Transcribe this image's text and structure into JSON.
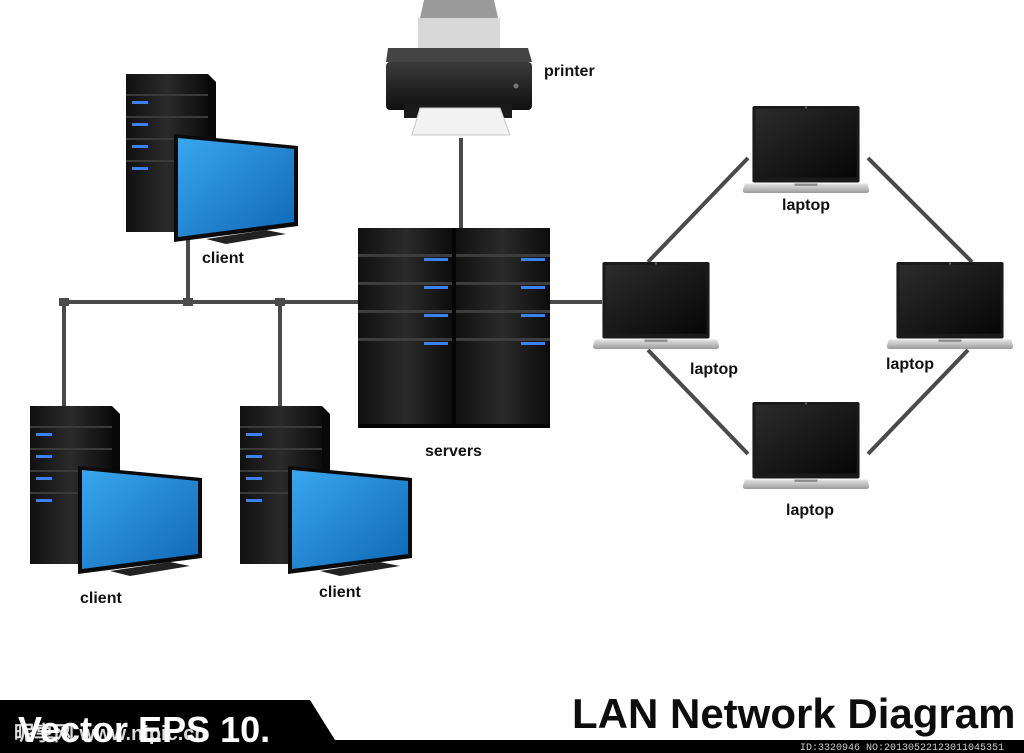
{
  "colors": {
    "background": "#ffffff",
    "cable": "#4a4a4a",
    "device_dark": "#1c1c1c",
    "led": "#2f6fd6",
    "monitor_screen": "#1f8ad6",
    "banner": "#000000"
  },
  "title": "LAN Network Diagram",
  "banner": "Vector EPS 10.",
  "watermark": {
    "site": "昵享网 www.nipic.cn",
    "id": "ID:3320946 NO:20130522123011045351"
  },
  "nodes": {
    "printer": {
      "label": "printer",
      "icon": "printer-icon"
    },
    "servers": {
      "label": "servers",
      "icon": "server-rack-icon"
    },
    "client_top": {
      "label": "client",
      "icon": "desktop-computer-icon"
    },
    "client_bottom_left": {
      "label": "client",
      "icon": "desktop-computer-icon"
    },
    "client_bottom_middle": {
      "label": "client",
      "icon": "desktop-computer-icon"
    },
    "laptop_top": {
      "label": "laptop",
      "icon": "laptop-icon"
    },
    "laptop_left": {
      "label": "laptop",
      "icon": "laptop-icon"
    },
    "laptop_right": {
      "label": "laptop",
      "icon": "laptop-icon"
    },
    "laptop_bottom": {
      "label": "laptop",
      "icon": "laptop-icon"
    }
  }
}
